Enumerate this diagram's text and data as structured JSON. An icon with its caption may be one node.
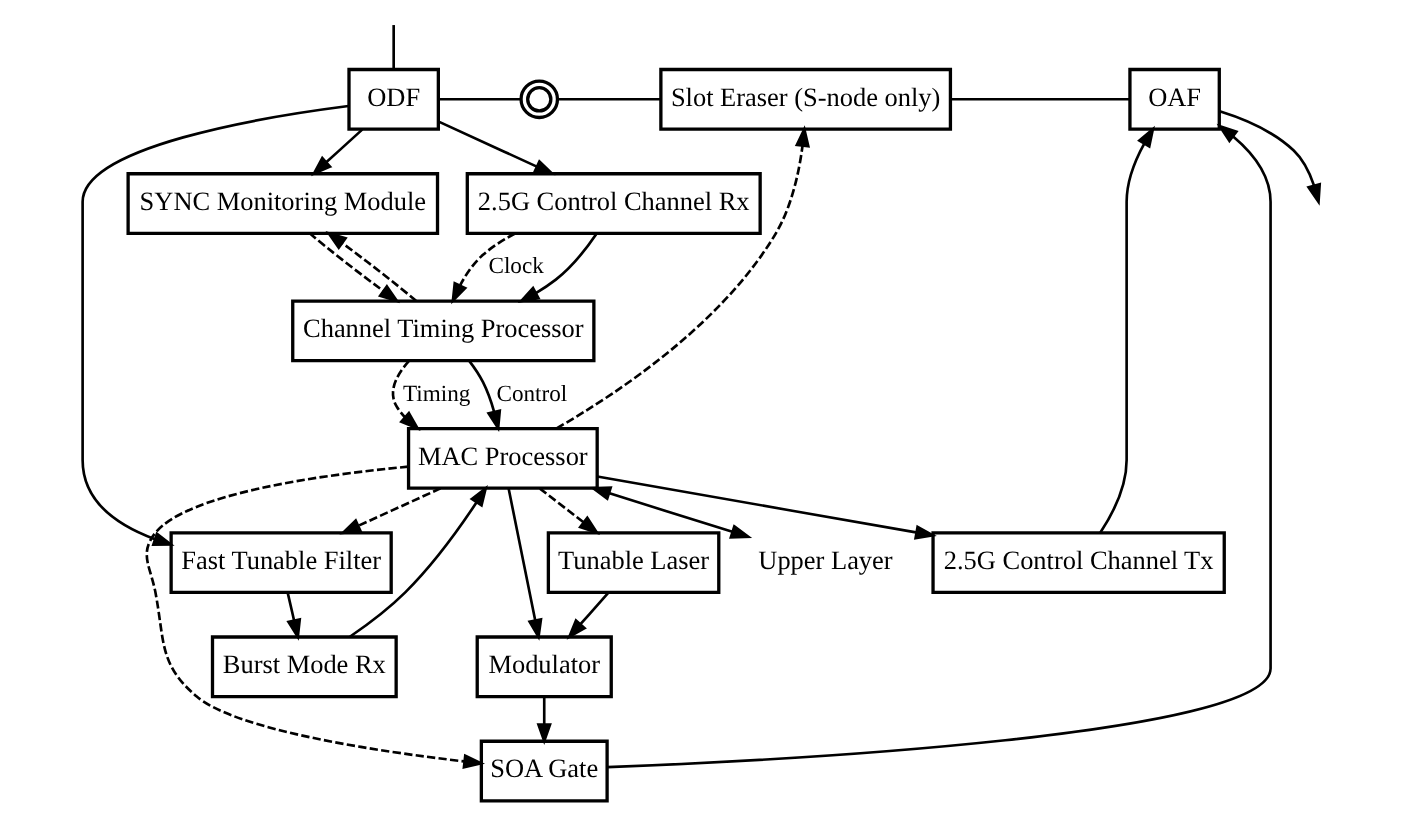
{
  "diagram": {
    "nodes": [
      {
        "text": [
          "ODF"
        ]
      },
      {
        "text": [],
        "shape": "coil"
      },
      {
        "text": [
          "Slot Eraser (S-node only)"
        ]
      },
      {
        "text": [
          "OAF"
        ]
      },
      {
        "text": [
          "2.5G Control Channel Rx"
        ]
      },
      {
        "text": [
          "SYNC Monitoring Module"
        ]
      },
      {
        "text": [
          "Fast Tunable Filter"
        ]
      },
      {
        "text": [
          "SOA Gate"
        ]
      },
      {
        "text": [
          "2.5G Control Channel Tx"
        ]
      },
      {
        "text": [
          "Modulator"
        ]
      },
      {
        "text": [
          "Channel Timing Processor"
        ]
      },
      {
        "text": [
          "Burst Mode Rx"
        ]
      },
      {
        "text": [
          "Tunable Laser"
        ]
      },
      {
        "text": [
          "MAC Processor"
        ]
      },
      {
        "text": [
          "Upper Layer"
        ]
      }
    ],
    "edges": [
      {
        "from": null,
        "to": 0,
        "arrow": "none"
      },
      {
        "from": 0,
        "to": 1,
        "arrow": "none"
      },
      {
        "from": 1,
        "to": 2,
        "arrow": "none"
      },
      {
        "from": 2,
        "to": 3,
        "arrow": "none"
      },
      {
        "from": 3,
        "to": null,
        "arrow": "to"
      },
      {
        "from": 0,
        "to": 4,
        "arrow": "to"
      },
      {
        "from": 0,
        "to": 5,
        "arrow": "to"
      },
      {
        "from": 0,
        "to": 6,
        "arrow": "to"
      },
      {
        "from": 7,
        "to": 3,
        "arrow": "to"
      },
      {
        "from": 8,
        "to": 3,
        "arrow": "to"
      },
      {
        "from": 4,
        "to": 10,
        "arrow": "to"
      },
      {
        "from": 4,
        "to": 10,
        "arrow": "to",
        "style": "dashed",
        "label": "Clock"
      },
      {
        "from": 5,
        "to": 10,
        "arrow": "to",
        "style": "dashed"
      },
      {
        "from": 10,
        "to": 5,
        "arrow": "to",
        "style": "dashed"
      },
      {
        "from": 6,
        "to": 11,
        "arrow": "to"
      },
      {
        "from": 9,
        "to": 7,
        "arrow": "to"
      },
      {
        "from": 12,
        "to": 9,
        "arrow": "to"
      },
      {
        "from": 10,
        "to": 13,
        "arrow": "to",
        "label": "Control"
      },
      {
        "from": 10,
        "to": 13,
        "arrow": "to",
        "style": "dashed",
        "label": "Timing"
      },
      {
        "from": 11,
        "to": 13,
        "arrow": "to"
      },
      {
        "from": 13,
        "to": 2,
        "arrow": "to",
        "style": "dashed"
      },
      {
        "from": 13,
        "to": 6,
        "arrow": "to",
        "style": "dashed"
      },
      {
        "from": 13,
        "to": 7,
        "arrow": "to",
        "style": "dashed"
      },
      {
        "from": 13,
        "to": 12,
        "arrow": "to",
        "style": "dashed"
      },
      {
        "from": 13,
        "to": 9,
        "arrow": "to"
      },
      {
        "from": 13,
        "to": 8,
        "arrow": "to"
      },
      {
        "from": 13,
        "to": 14,
        "arrow": "both"
      }
    ]
  }
}
